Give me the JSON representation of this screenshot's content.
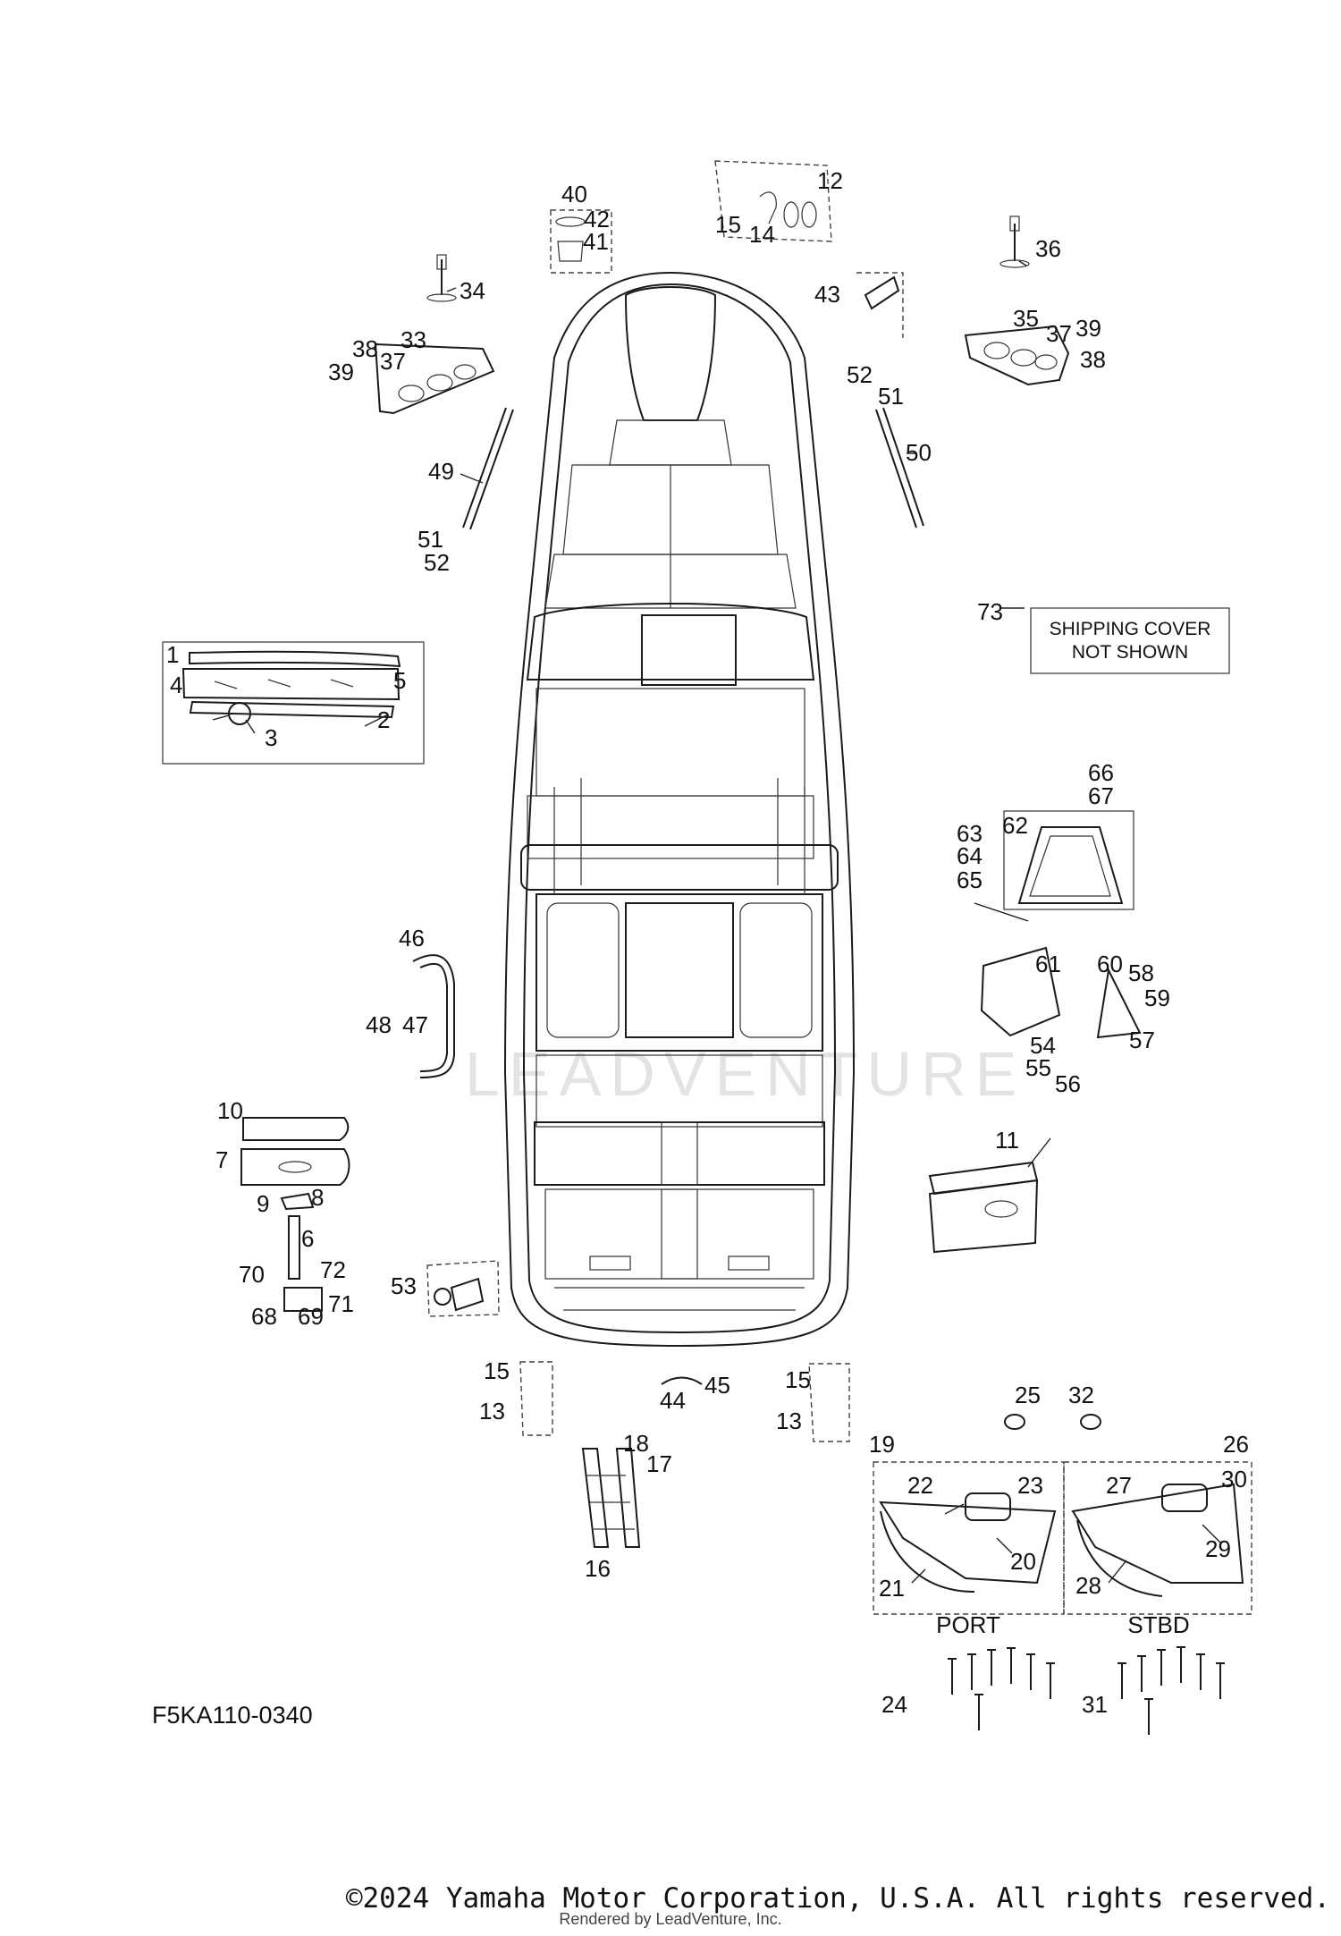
{
  "diagram": {
    "part_code": "F5KA110-0340",
    "shipping_note": [
      "SHIPPING COVER",
      "NOT SHOWN"
    ],
    "side_labels": {
      "port": "PORT",
      "stbd": "STBD"
    },
    "watermark": "LEADVENTURE"
  },
  "callouts": [
    {
      "n": "1"
    },
    {
      "n": "2"
    },
    {
      "n": "3"
    },
    {
      "n": "4"
    },
    {
      "n": "5"
    },
    {
      "n": "6"
    },
    {
      "n": "7"
    },
    {
      "n": "8"
    },
    {
      "n": "9"
    },
    {
      "n": "10"
    },
    {
      "n": "11"
    },
    {
      "n": "12"
    },
    {
      "n": "13"
    },
    {
      "n": "13"
    },
    {
      "n": "14"
    },
    {
      "n": "15"
    },
    {
      "n": "15"
    },
    {
      "n": "15"
    },
    {
      "n": "16"
    },
    {
      "n": "17"
    },
    {
      "n": "18"
    },
    {
      "n": "19"
    },
    {
      "n": "20"
    },
    {
      "n": "21"
    },
    {
      "n": "22"
    },
    {
      "n": "23"
    },
    {
      "n": "24"
    },
    {
      "n": "25"
    },
    {
      "n": "26"
    },
    {
      "n": "27"
    },
    {
      "n": "28"
    },
    {
      "n": "29"
    },
    {
      "n": "30"
    },
    {
      "n": "31"
    },
    {
      "n": "32"
    },
    {
      "n": "33"
    },
    {
      "n": "34"
    },
    {
      "n": "35"
    },
    {
      "n": "36"
    },
    {
      "n": "37"
    },
    {
      "n": "37"
    },
    {
      "n": "38"
    },
    {
      "n": "38"
    },
    {
      "n": "39"
    },
    {
      "n": "39"
    },
    {
      "n": "40"
    },
    {
      "n": "41"
    },
    {
      "n": "42"
    },
    {
      "n": "43"
    },
    {
      "n": "44"
    },
    {
      "n": "45"
    },
    {
      "n": "46"
    },
    {
      "n": "47"
    },
    {
      "n": "48"
    },
    {
      "n": "49"
    },
    {
      "n": "50"
    },
    {
      "n": "51"
    },
    {
      "n": "51"
    },
    {
      "n": "52"
    },
    {
      "n": "52"
    },
    {
      "n": "53"
    },
    {
      "n": "54"
    },
    {
      "n": "55"
    },
    {
      "n": "56"
    },
    {
      "n": "57"
    },
    {
      "n": "58"
    },
    {
      "n": "59"
    },
    {
      "n": "60"
    },
    {
      "n": "61"
    },
    {
      "n": "62"
    },
    {
      "n": "63"
    },
    {
      "n": "64"
    },
    {
      "n": "65"
    },
    {
      "n": "66"
    },
    {
      "n": "67"
    },
    {
      "n": "68"
    },
    {
      "n": "69"
    },
    {
      "n": "70"
    },
    {
      "n": "71"
    },
    {
      "n": "72"
    },
    {
      "n": "73"
    }
  ],
  "footer": {
    "copyright": "©2024 Yamaha Motor Corporation, U.S.A. All rights reserved.",
    "rendered_by": "Rendered by LeadVenture, Inc."
  }
}
